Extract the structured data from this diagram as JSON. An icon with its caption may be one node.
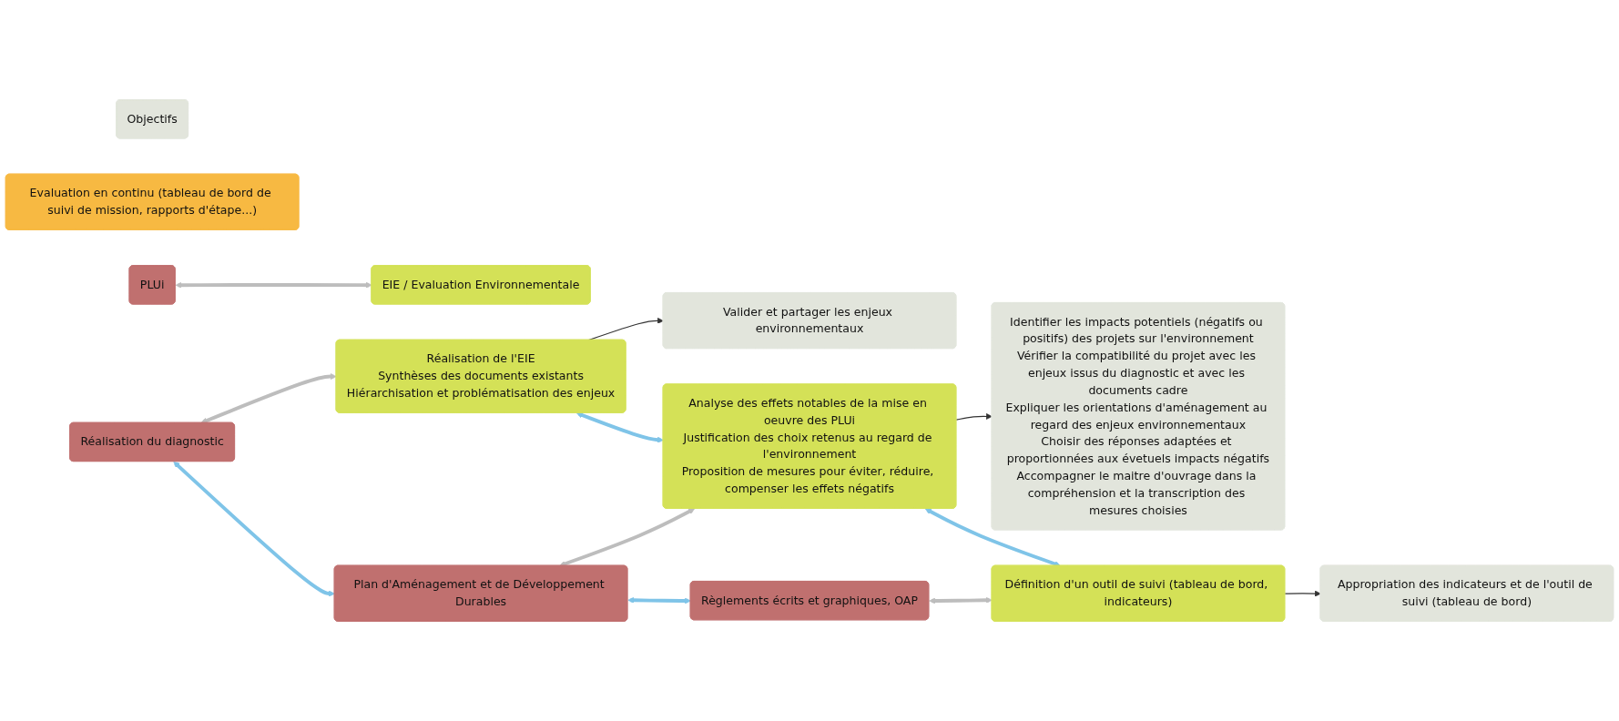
{
  "diagram": {
    "nodes": [
      {
        "text": [
          "PLUi"
        ]
      },
      {
        "text": [
          "EIE / Evaluation Environnementale"
        ]
      },
      {
        "text": [
          "Objectifs"
        ]
      },
      {
        "text": [
          "Réalisation du diagnostic"
        ]
      },
      {
        "text": [
          "Réalisation de l'EIE",
          "Synthèses des documents existants",
          "Hiérarchisation et problématisation des enjeux"
        ]
      },
      {
        "text": [
          "Valider et partager les enjeux environnementaux"
        ]
      },
      {
        "text": [
          "Plan d'Aménagement et de Développement Durables"
        ]
      },
      {
        "text": [
          "Analyse des effets notables de la mise en oeuvre des PLUi",
          "Justification des choix retenus au regard de l'environnement",
          "Proposition de mesures pour éviter, réduire, compenser les effets négatifs"
        ]
      },
      {
        "text": [
          "Identifier les impacts potentiels (négatifs ou positifs) des projets sur l'environnement",
          "Vérifier la compatibilité du projet avec les enjeux issus du diagnostic et avec les documents cadre",
          "Expliquer les orientations d'aménagement au regard des enjeux environnementaux",
          "Choisir des réponses adaptées et proportionnées aux évetuels impacts négatifs",
          "Accompagner le maitre d'ouvrage dans la compréhension et la transcription des mesures choisies"
        ]
      },
      {
        "text": [
          "Règlements écrits et graphiques, OAP"
        ]
      },
      {
        "text": [
          "Définition d'un outil de suivi (tableau de bord, indicateurs)"
        ]
      },
      {
        "text": [
          "Appropriation des indicateurs et de l'outil de suivi (tableau de bord)"
        ]
      },
      {
        "text": [
          "Evaluation en continu (tableau de bord de suivi de mission, rapports d'étape...)"
        ]
      }
    ],
    "edges": [
      {
        "from": 0,
        "to": 1,
        "arrow": "both",
        "color": "#bdbdbd"
      },
      {
        "from": 3,
        "to": 4,
        "arrow": "both",
        "color": "#bdbdbd"
      },
      {
        "from": 4,
        "to": 5,
        "arrow": "to",
        "color": "#333333"
      },
      {
        "from": 3,
        "to": 6,
        "arrow": "both",
        "color": "#7fc4e8"
      },
      {
        "from": 4,
        "to": 7,
        "arrow": "both",
        "color": "#7fc4e8"
      },
      {
        "from": 6,
        "to": 9,
        "arrow": "both",
        "color": "#7fc4e8"
      },
      {
        "from": 6,
        "to": 7,
        "arrow": "both",
        "color": "#bdbdbd"
      },
      {
        "from": 7,
        "to": 8,
        "arrow": "to",
        "color": "#333333"
      },
      {
        "from": 7,
        "to": 10,
        "arrow": "both",
        "color": "#7fc4e8"
      },
      {
        "from": 9,
        "to": 10,
        "arrow": "both",
        "color": "#bdbdbd"
      },
      {
        "from": 10,
        "to": 11,
        "arrow": "to",
        "color": "#333333"
      }
    ]
  }
}
